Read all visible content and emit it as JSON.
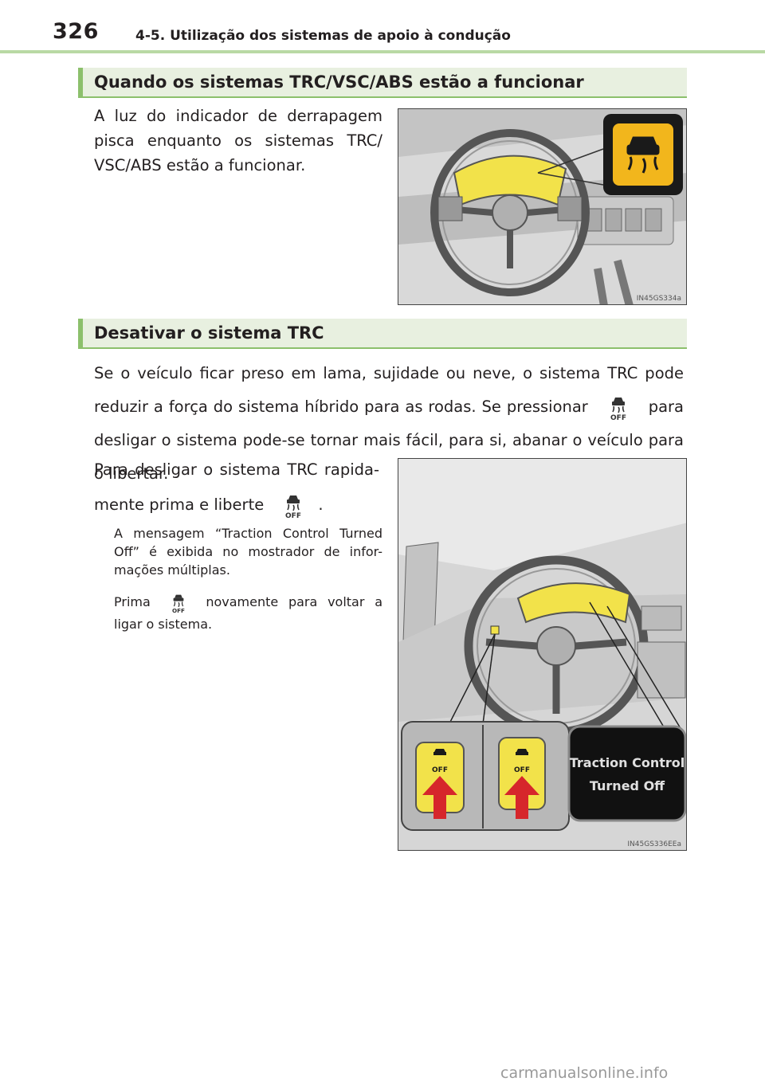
{
  "header": {
    "page_number": "326",
    "chapter_title": "4-5. Utilização dos sistemas de apoio à condução"
  },
  "section1": {
    "title": "Quando os sistemas TRC/VSC/ABS estão a funcionar",
    "paragraph": "A luz do indicador de derrapagem pisca enquanto os sistemas TRC/ VSC/ABS estão a funcionar.",
    "illustration_code": "IN45GS334a"
  },
  "section2": {
    "title": "Desativar o sistema TRC",
    "para_a": "Se o veículo ficar preso em lama, sujidade ou neve, o sistema TRC pode reduzir a força do sistema híbrido para as rodas. Se pressionar",
    "para_b": "para desligar o sistema pode-se tornar mais fácil, para si, abanar o veículo para o libertar.",
    "para2_a": "Para desligar o sistema TRC rapida- mente prima e liberte",
    "para2_b": ".",
    "note1": "A mensagem “Traction Control Turned Off” é exibida no mostrador de infor- mações múltiplas.",
    "note2_a": "Prima",
    "note2_b": "novamente para voltar a ligar o sistema.",
    "display_message_line1": "Traction Control",
    "display_message_line2": "Turned Off",
    "button_label": "OFF",
    "illustration_code": "IN45GS336EEa"
  },
  "footer": {
    "watermark": "carmanualsonline.info"
  },
  "colors": {
    "accent_green": "#8cc06c",
    "section_bg": "#e8f0e0",
    "indicator_yellow": "#f2e24a",
    "arrow_red": "#d6262b"
  },
  "icons": [
    "skid-indicator-icon",
    "trc-off-button-icon",
    "red-arrow-icon"
  ]
}
